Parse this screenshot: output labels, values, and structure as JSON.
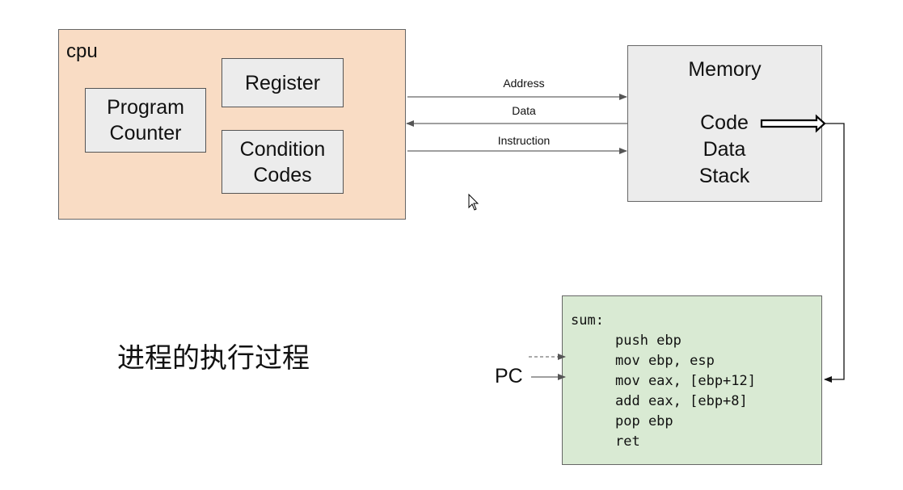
{
  "cpu": {
    "label": "cpu",
    "program_counter": [
      "Program",
      "Counter"
    ],
    "register": "Register",
    "condition_codes": [
      "Condition",
      "Codes"
    ]
  },
  "memory": {
    "title": "Memory",
    "items": [
      "Code",
      "Data",
      "Stack"
    ]
  },
  "bus": {
    "address": "Address",
    "data": "Data",
    "instruction": "Instruction"
  },
  "code": {
    "label": "sum:",
    "instructions": [
      "push ebp",
      "mov ebp, esp",
      "mov eax, [ebp+12]",
      "add eax, [ebp+8]",
      "pop ebp",
      "ret"
    ]
  },
  "pc_label": "PC",
  "caption": "进程的执行过程"
}
